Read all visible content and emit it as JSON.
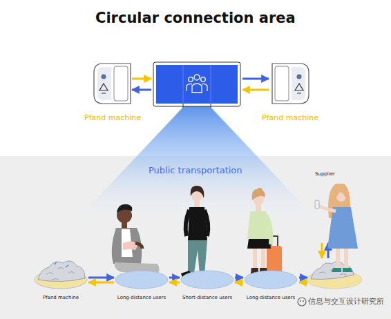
{
  "diagram": {
    "title": "Circular connection area",
    "nodes": [
      {
        "text": [
          "Pfand machine"
        ]
      },
      {
        "text": [
          "Pfand machine"
        ]
      },
      {
        "text": [
          "Pfand machine"
        ]
      },
      {
        "text": [
          "Long-distance users"
        ]
      },
      {
        "text": [
          "Short-distance users"
        ]
      },
      {
        "text": [
          "Long-distance users"
        ]
      }
    ],
    "edges": [
      {
        "from": 2,
        "to": 3,
        "arrow": "to"
      },
      {
        "from": 3,
        "to": 2,
        "arrow": "to"
      },
      {
        "from": 3,
        "to": 4,
        "arrow": "to"
      },
      {
        "from": 4,
        "to": 3,
        "arrow": "to"
      },
      {
        "from": 4,
        "to": 5,
        "arrow": "to"
      },
      {
        "from": 5,
        "to": 4,
        "arrow": "to"
      }
    ],
    "labels": [
      "Public transportation",
      "Supplier",
      "信息与交互设计研究所"
    ]
  }
}
